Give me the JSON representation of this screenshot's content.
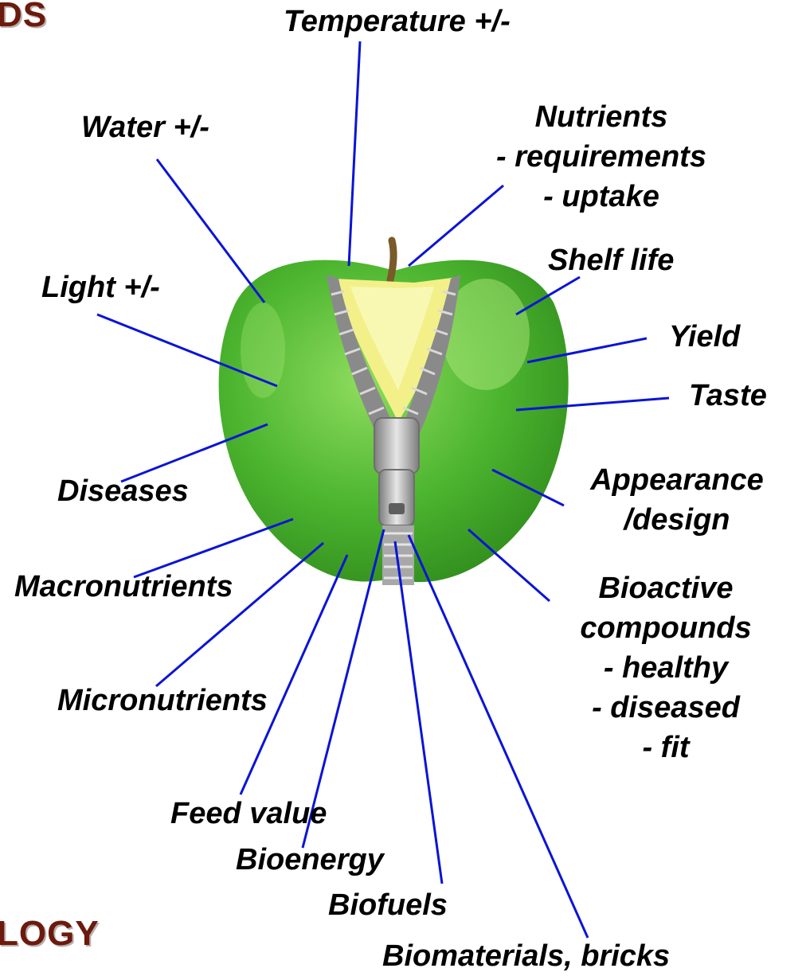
{
  "header": {
    "top_fragment": "DS",
    "bottom_fragment": "LOGY"
  },
  "labels": {
    "temperature": "Temperature +/-",
    "water": "Water +/-",
    "nutrients": [
      "Nutrients",
      "- requirements",
      "- uptake"
    ],
    "shelf_life": "Shelf life",
    "light": "Light +/-",
    "yield": "Yield",
    "taste": "Taste",
    "appearance": [
      "Appearance",
      "/design"
    ],
    "diseases": "Diseases",
    "macronutrients": "Macronutrients",
    "bioactive": [
      "Bioactive",
      "compounds",
      "- healthy",
      "- diseased",
      "- fit"
    ],
    "micronutrients": "Micronutrients",
    "feed_value": "Feed value",
    "bioenergy": "Bioenergy",
    "biofuels": "Biofuels",
    "biomaterials": "Biomaterials, bricks"
  },
  "colors": {
    "connector": "#0a14d6",
    "header": "#6b1a0d",
    "apple": "#4fb833",
    "apple_core": "#f3f08a",
    "zipper": "#b8b8b8"
  },
  "icons": {
    "center": "apple-zipper-illustration"
  }
}
